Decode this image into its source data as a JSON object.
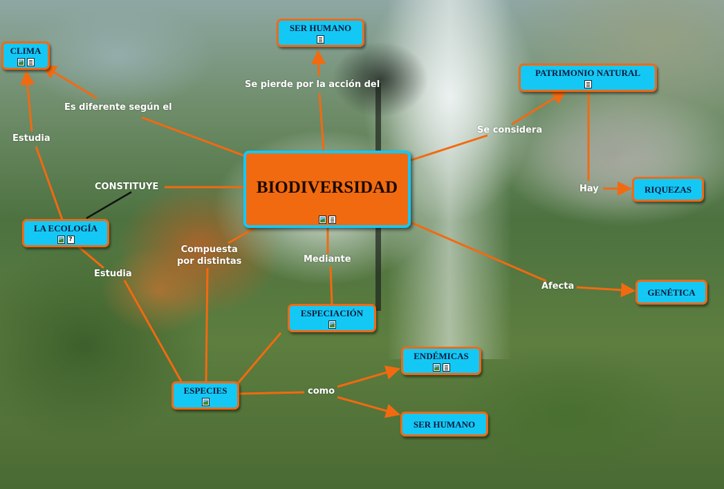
{
  "map": {
    "central": {
      "label": "BIODIVERSIDAD",
      "icons": [
        "image-icon",
        "document-icon"
      ]
    },
    "concepts": {
      "clima": {
        "label": "CLIMA",
        "icons": [
          "image-icon",
          "document-icon"
        ]
      },
      "ser_humano_top": {
        "label": "SER HUMANO",
        "icons": [
          "document-icon"
        ]
      },
      "patrimonio": {
        "label": "PATRIMONIO NATURAL",
        "icons": [
          "document-icon"
        ]
      },
      "riquezas": {
        "label": "RIQUEZAS",
        "icons": []
      },
      "genetica": {
        "label": "GENÉTICA",
        "icons": []
      },
      "ecologia": {
        "label": "LA ECOLOGÍA",
        "icons": [
          "image-icon",
          "help-icon"
        ]
      },
      "especiacion": {
        "label": "ESPECIACIÓN",
        "icons": [
          "image-icon"
        ]
      },
      "especies": {
        "label": "ESPECIES",
        "icons": [
          "image-icon"
        ]
      },
      "endemicas": {
        "label": "ENDÉMICAS",
        "icons": [
          "image-icon",
          "document-icon"
        ]
      },
      "ser_humano_bottom": {
        "label": "SER HUMANO",
        "icons": []
      }
    },
    "links": {
      "es_diferente": "Es diferente según el",
      "se_pierde": "Se pierde por la acción del",
      "se_considera": "Se considera",
      "hay": "Hay",
      "estudia_top": "Estudia",
      "constituye": "CONSTITUYE",
      "compuesta_1": "Compuesta",
      "compuesta_2": "por distintas",
      "mediante": "Mediante",
      "afecta": "Afecta",
      "estudia_bottom": "Estudia",
      "como": "como"
    }
  },
  "colors": {
    "node_fill": "#14c8f5",
    "node_border": "#ee6a16",
    "central_fill": "#f26a10",
    "central_border": "#14c8f5",
    "link_line": "#f26a10",
    "constituye_line": "#111111",
    "link_text": "#ffffff"
  }
}
